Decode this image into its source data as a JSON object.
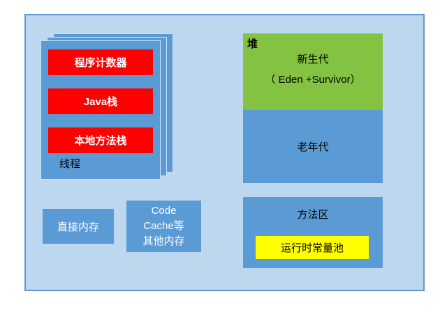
{
  "diagram": {
    "thread_stack": {
      "items": [
        "程序计数器",
        "Java栈",
        "本地方法栈"
      ],
      "label": "线程"
    },
    "direct_memory": "直接内存",
    "code_cache": {
      "lines": [
        "Code",
        "Cache等",
        "其他内存"
      ]
    },
    "heap": {
      "label": "堆",
      "young_gen": {
        "title": "新生代",
        "subtitle": "（ Eden +Survivor）"
      },
      "old_gen": "老年代"
    },
    "method_area": {
      "title": "方法区",
      "runtime_constant_pool": "运行时常量池"
    },
    "colors": {
      "panel_bg": "#BDD7EE",
      "panel_border": "#5B9BD5",
      "box_blue": "#5B9BD5",
      "box_red": "#FF0000",
      "box_green": "#84C341",
      "box_yellow": "#FFFF00"
    }
  }
}
